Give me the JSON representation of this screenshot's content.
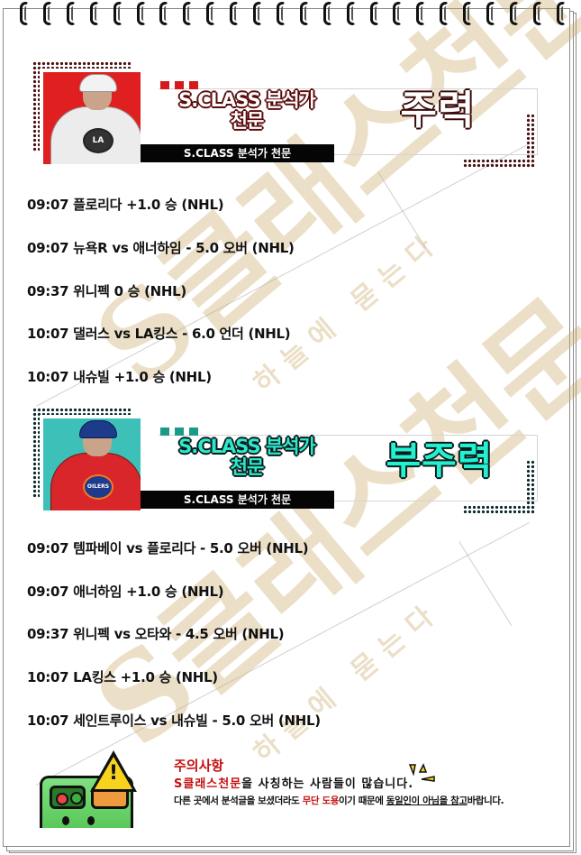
{
  "sections": [
    {
      "theme": "main",
      "photo_team_logo": "LA",
      "headline_line1": "S.CLASS 분석가",
      "headline_line2": "천문",
      "subbar": "S.CLASS 분석가 천문",
      "big_label": "주력",
      "colors": {
        "accent": "#d41a1a",
        "photo_bg": "#e02020",
        "dots": "#4a1010",
        "headline_fill": "#ffffff",
        "headline_stroke": "#5a0c0c",
        "big_label_fill": "#ffffff",
        "big_label_stroke": "#3a0808"
      },
      "picks": [
        "09:07 플로리다 +1.0 승 (NHL)",
        "09:07 뉴욕R vs 애너하임 - 5.0 오버 (NHL)",
        "09:37 위니펙 0 승 (NHL)",
        "10:07 댈러스 vs LA킹스 - 6.0 언더 (NHL)",
        "10:07 내슈빌 +1.0 승 (NHL)"
      ]
    },
    {
      "theme": "sub",
      "photo_team_logo": "OILERS",
      "headline_line1": "S.CLASS 분석가",
      "headline_line2": "천문",
      "subbar": "S.CLASS 분석가 천문",
      "big_label": "부주력",
      "colors": {
        "accent": "#1a9a8a",
        "photo_bg": "#3cc0b8",
        "dots": "#0c2a2a",
        "headline_fill": "#2ee8cc",
        "headline_stroke": "#0a1a1a",
        "big_label_fill": "#22f0d0",
        "big_label_stroke": "#0a1a1a"
      },
      "picks": [
        "09:07 템파베이 vs 플로리다 - 5.0 오버 (NHL)",
        "09:07 애너하임 +1.0 승 (NHL)",
        "09:37 위니펙 vs 오타와 - 4.5 오버 (NHL)",
        "10:07 LA킹스 +1.0 승 (NHL)",
        "10:07 세인트루이스 vs 내슈빌 - 5.0 오버 (NHL)"
      ]
    }
  ],
  "watermark": {
    "big": "S클래스천문",
    "small": "클래스",
    "tagline": "하늘에 묻는다"
  },
  "notice": {
    "icon": "warning-device-icon",
    "title": "주의사항",
    "line1_brand": "S클래스천문",
    "line1_rest": "을 사칭하는 사람들이 많습니다.",
    "line2_a": "다른 곳에서 분석글을 보셨더라도 ",
    "line2_red": "무단 도용",
    "line2_b": "이기 때문에 ",
    "line2_ul1": "동일인이 아님을 참고",
    "line2_c": "바랍니다."
  }
}
